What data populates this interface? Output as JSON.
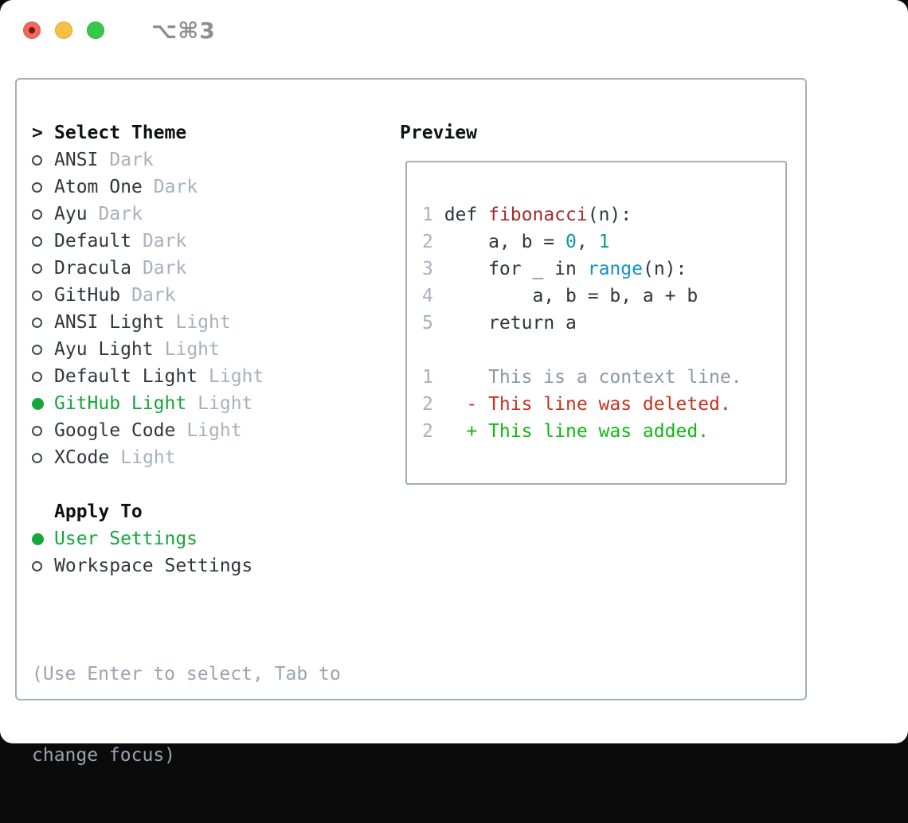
{
  "window": {
    "title": "⌥⌘3"
  },
  "colors": {
    "accent_green": "#16a63c",
    "diff_green": "#12b812",
    "diff_red": "#c5331f",
    "diff_context": "#8d97a2",
    "code_fn_red": "#a52c2c",
    "code_teal": "#0d9696",
    "code_blue": "#1191cb",
    "text_dark": "#30363d",
    "header_black": "#0e1013",
    "muted_gray": "#a7b1bd",
    "line_no_gray": "#a7b1bd",
    "border_gray": "#a6aeb8",
    "bullet_gray": "#40474f",
    "help_gray": "#99a3b0",
    "title_gray": "#8e8e8e",
    "light_red": "#f1685c",
    "light_red_dot": "#7c150c",
    "light_yellow": "#f7c044",
    "light_green": "#35c848"
  },
  "theme_panel": {
    "header_marker": ">",
    "header_label": "Select Theme",
    "themes": [
      {
        "name": "ANSI",
        "variant": "Dark",
        "selected": false
      },
      {
        "name": "Atom One",
        "variant": "Dark",
        "selected": false
      },
      {
        "name": "Ayu",
        "variant": "Dark",
        "selected": false
      },
      {
        "name": "Default",
        "variant": "Dark",
        "selected": false
      },
      {
        "name": "Dracula",
        "variant": "Dark",
        "selected": false
      },
      {
        "name": "GitHub",
        "variant": "Dark",
        "selected": false
      },
      {
        "name": "ANSI Light",
        "variant": "Light",
        "selected": false
      },
      {
        "name": "Ayu Light",
        "variant": "Light",
        "selected": false
      },
      {
        "name": "Default Light",
        "variant": "Light",
        "selected": false
      },
      {
        "name": "GitHub Light",
        "variant": "Light",
        "selected": true
      },
      {
        "name": "Google Code",
        "variant": "Light",
        "selected": false
      },
      {
        "name": "XCode",
        "variant": "Light",
        "selected": false
      }
    ],
    "apply_to_label": "Apply To",
    "apply_options": [
      {
        "name": "User Settings",
        "selected": true
      },
      {
        "name": "Workspace Settings",
        "selected": false
      }
    ],
    "help_line1": "(Use Enter to select, Tab to",
    "help_line2": "change focus)"
  },
  "preview": {
    "label": "Preview",
    "code_lines": [
      {
        "num": "1",
        "segments": [
          {
            "c": "k",
            "t": "def"
          },
          {
            "c": "p",
            "t": " "
          },
          {
            "c": "nf",
            "t": "fibonacci"
          },
          {
            "c": "p",
            "t": "(n):"
          }
        ]
      },
      {
        "num": "2",
        "segments": [
          {
            "c": "p",
            "t": "    a, b = "
          },
          {
            "c": "m",
            "t": "0"
          },
          {
            "c": "p",
            "t": ", "
          },
          {
            "c": "m",
            "t": "1"
          }
        ]
      },
      {
        "num": "3",
        "segments": [
          {
            "c": "p",
            "t": "    "
          },
          {
            "c": "k",
            "t": "for"
          },
          {
            "c": "p",
            "t": " _ "
          },
          {
            "c": "k",
            "t": "in"
          },
          {
            "c": "p",
            "t": " "
          },
          {
            "c": "nb",
            "t": "range"
          },
          {
            "c": "p",
            "t": "(n):"
          }
        ]
      },
      {
        "num": "4",
        "segments": [
          {
            "c": "p",
            "t": "        a, b = b, a + b"
          }
        ]
      },
      {
        "num": "5",
        "segments": [
          {
            "c": "p",
            "t": "    "
          },
          {
            "c": "k",
            "t": "return"
          },
          {
            "c": "p",
            "t": " a"
          }
        ]
      },
      {
        "num": "",
        "segments": []
      },
      {
        "num": "1",
        "segments": [
          {
            "c": "ctx",
            "t": "    This is a context line."
          }
        ]
      },
      {
        "num": "2",
        "segments": [
          {
            "c": "del",
            "t": "  - This line was deleted."
          }
        ]
      },
      {
        "num": "2",
        "segments": [
          {
            "c": "add",
            "t": "  + This line was added."
          }
        ]
      }
    ]
  }
}
